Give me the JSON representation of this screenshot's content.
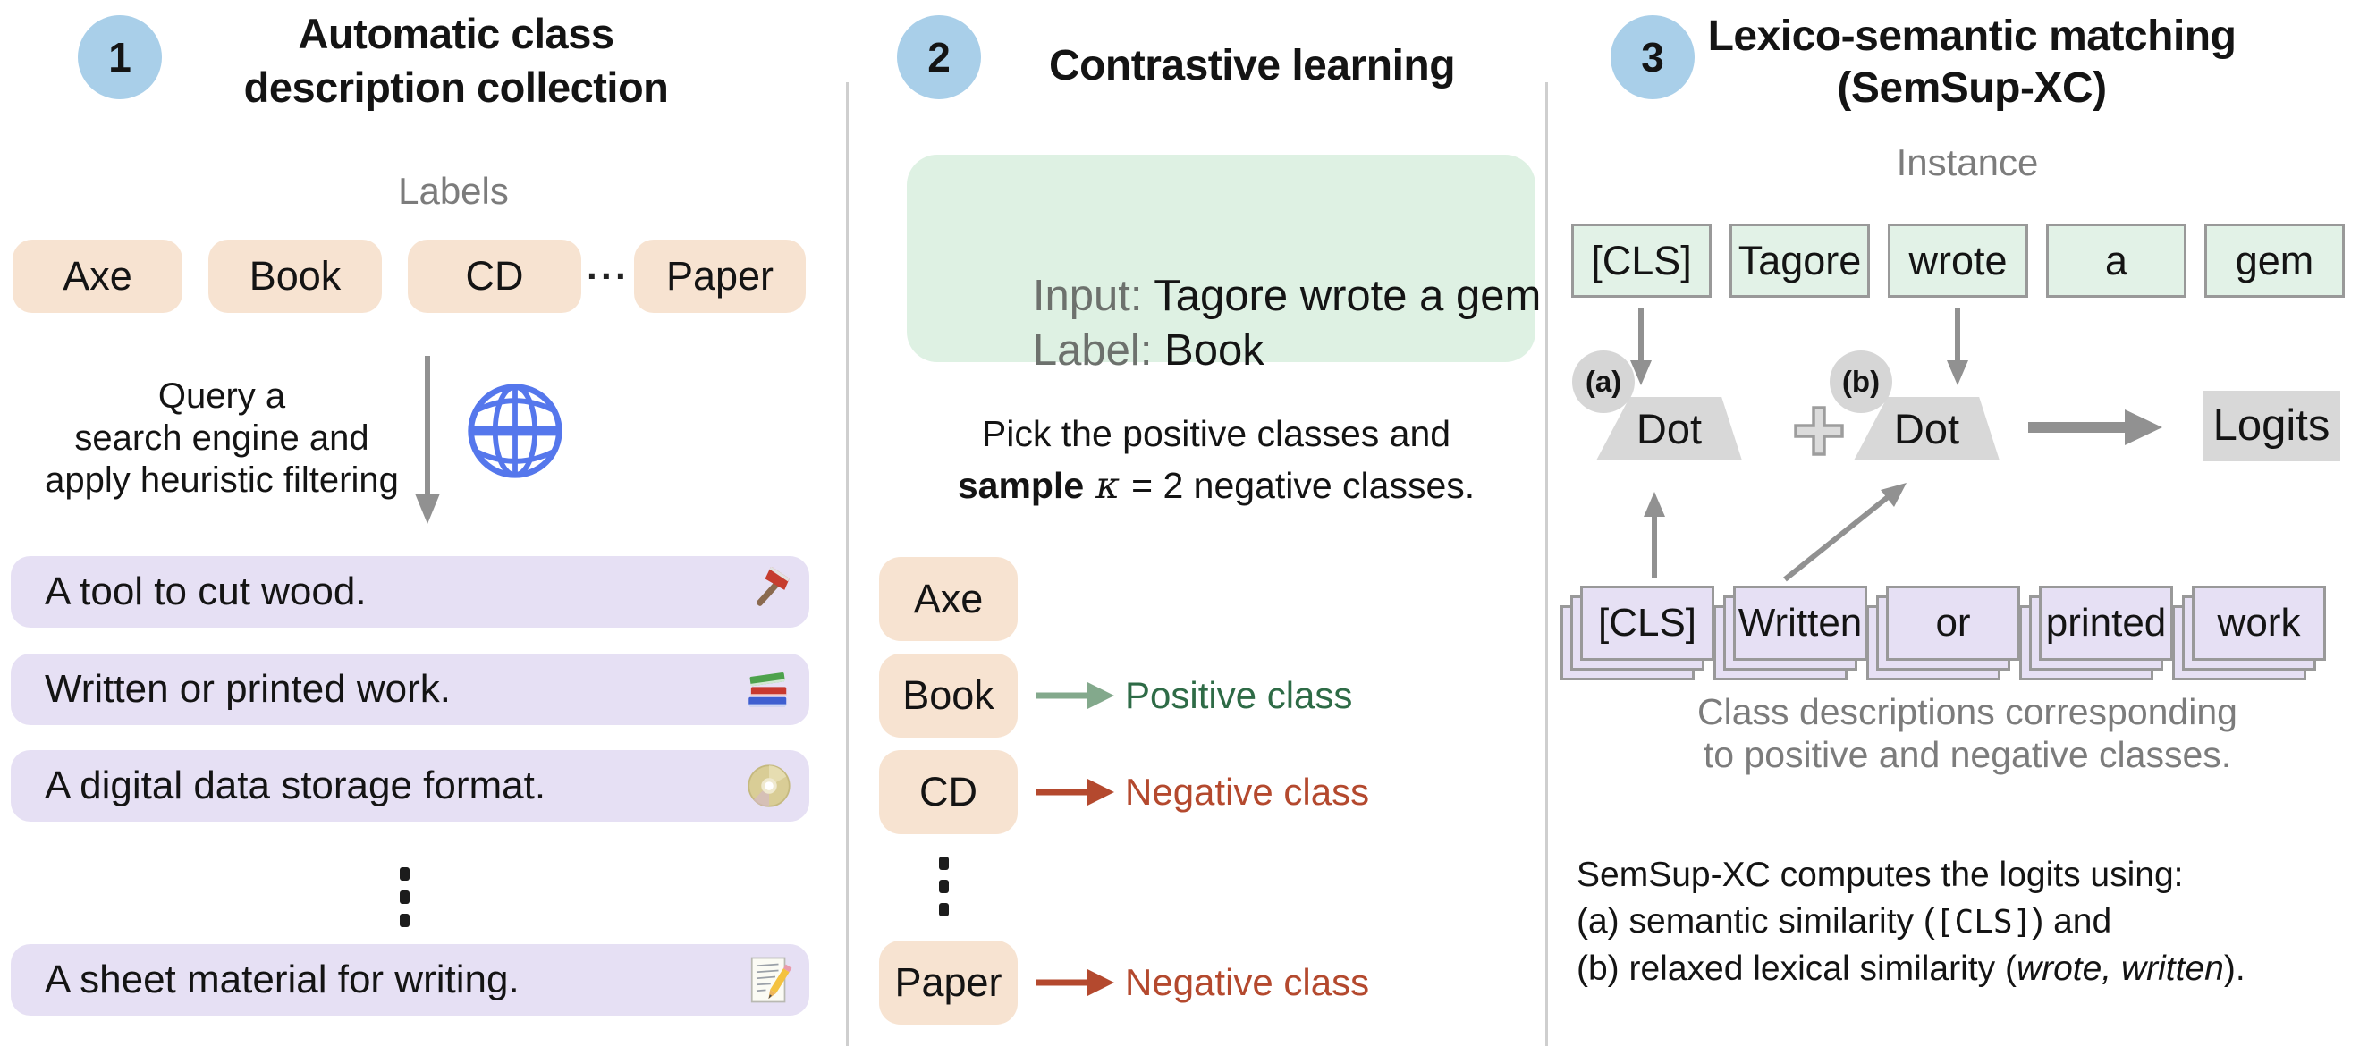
{
  "colors": {
    "blue_badge": "#a9cfe9",
    "peach": "#f7e3d1",
    "purple": "#e6e0f4",
    "green_box": "#def1e3",
    "green_token": "#e2f2e7",
    "gray_fill": "#d8d8d8",
    "gray_badge": "#d6d6d6",
    "border_gray": "#999999",
    "divider": "#cfcfcf",
    "text_gray": "#7c7c7c",
    "positive_green": "#2e6b46",
    "arrow_green": "#83a98c",
    "negative_red": "#b4492e",
    "globe_blue": "#5577ec",
    "arrow_gray": "#919191"
  },
  "panel1": {
    "badge": "1",
    "title_line1": "Automatic class",
    "title_line2": "description collection",
    "labels_heading": "Labels",
    "label_boxes": [
      "Axe",
      "Book",
      "CD",
      "Paper"
    ],
    "labels_ellipsis": "···",
    "query_line1": "Query a",
    "query_line2": "search engine and",
    "query_line3": "apply heuristic filtering",
    "descriptions": [
      {
        "text": "A tool to cut wood.",
        "icon": "axe-icon"
      },
      {
        "text": "Written or printed work.",
        "icon": "books-icon"
      },
      {
        "text": "A digital data storage format.",
        "icon": "cd-icon"
      },
      {
        "text": "A sheet material for writing.",
        "icon": "memo-icon"
      }
    ]
  },
  "panel2": {
    "badge": "2",
    "title": "Contrastive learning",
    "example": {
      "input_label": "Input:",
      "input_value": " Tagore wrote a gem",
      "label_label": "Label:",
      "label_value": " Book"
    },
    "instruction_line1": "Pick the positive classes and",
    "instruction_bold": "sample",
    "instruction_kappa": " κ ",
    "instruction_rest": "= 2 negative classes.",
    "classes": [
      {
        "name": "Axe",
        "annotation": ""
      },
      {
        "name": "Book",
        "annotation": "Positive class"
      },
      {
        "name": "CD",
        "annotation": "Negative class"
      },
      {
        "name": "Paper",
        "annotation": "Negative class"
      }
    ]
  },
  "panel3": {
    "badge": "3",
    "title_line1": "Lexico-semantic matching",
    "title_line2": "(SemSup-XC)",
    "instance_heading": "Instance",
    "instance_tokens": [
      "[CLS]",
      "Tagore",
      "wrote",
      "a",
      "gem"
    ],
    "op_a_badge": "(a)",
    "op_a_label": "Dot",
    "op_b_badge": "(b)",
    "op_b_label": "Dot",
    "plus_sign": "+",
    "logits_label": "Logits",
    "description_tokens": [
      "[CLS]",
      "Written",
      "or",
      "printed",
      "work"
    ],
    "caption_line1": "Class descriptions corresponding",
    "caption_line2": "to positive and negative classes.",
    "footnote_line1": "SemSup-XC computes the logits using:",
    "footnote_line2_prefix": "(a) semantic similarity (",
    "footnote_line2_code": "[CLS]",
    "footnote_line2_suffix": ") and",
    "footnote_line3_prefix": "(b) relaxed lexical similarity (",
    "footnote_line3_italic": "wrote, written",
    "footnote_line3_suffix": ")."
  }
}
